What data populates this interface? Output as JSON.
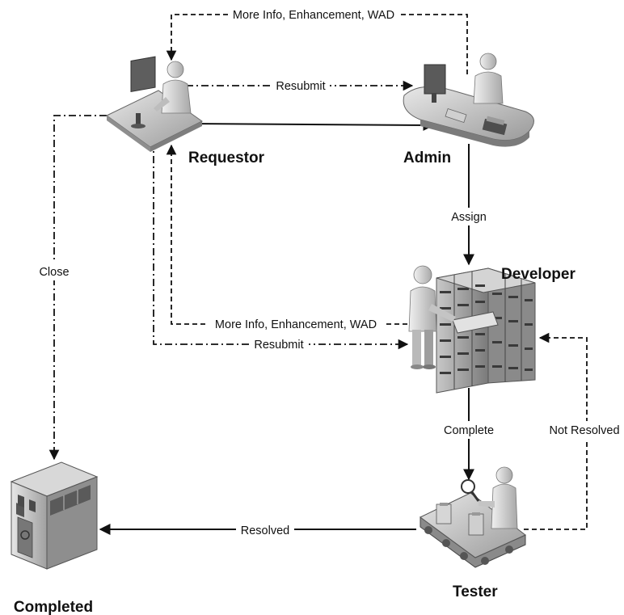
{
  "nodes": {
    "requestor": "Requestor",
    "admin": "Admin",
    "developer": "Developer",
    "tester": "Tester",
    "completed": "Completed"
  },
  "edges": {
    "more_info_top": "More Info, Enhancement, WAD",
    "resubmit_top": "Resubmit",
    "assign": "Assign",
    "close": "Close",
    "more_info_mid": "More Info, Enhancement, WAD",
    "resubmit_mid": "Resubmit",
    "complete": "Complete",
    "not_resolved": "Not Resolved",
    "resolved": "Resolved"
  }
}
